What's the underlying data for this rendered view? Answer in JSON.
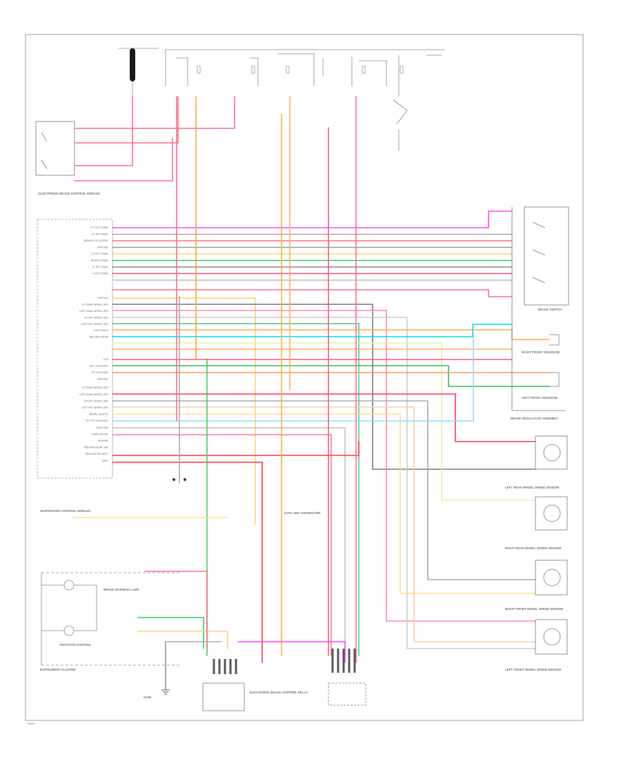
{
  "ecm_pins": [
    "RT FRT STABIL",
    "RT RR STABIL",
    "BRAKELITE OUTPUT",
    "GROUND",
    "LT FRT STABIL",
    "BRAKE STABIL",
    "LT RR STABIL",
    "LOCK STABIL",
    "IGNITION",
    "RT REAR WHEEL SPD",
    "LEFT REAR WHEEL SPD",
    "RT FRT WHEEL SPD",
    "LEFT FRT WHEEL SPD",
    "LOW TRACE",
    "ABS INDICATOR",
    "VSS",
    "LEFT SOLENOID",
    "RT SOLENOID",
    "GROUND",
    "RT REAR WHEEL SPD",
    "LEFT REAR WHEEL SPD",
    "RT FRT WHEEL SPD",
    "LEFT FRT WHEEL SPD",
    "BRAKE SWITCH",
    "RT FRT SOLENOID",
    "DATA LINK",
    "PUMP MOTOR",
    "SENSOR",
    "TIRE PRESSURE IND",
    "REGULATOR INPUT",
    "BATT"
  ],
  "labels": [
    "ELECTRONIC BRAKE CONTROL MODULE",
    "BRAKE SWITCH",
    "RIGHT FRONT SOLENOID",
    "LEFT FRONT SOLENOID",
    "BRAKE REGULATOR ASSEMBLY",
    "LEFT REAR WHEEL SPEED SENSOR",
    "RIGHT REAR WHEEL SPEED SENSOR",
    "RIGHT FRONT WHEEL SPEED SENSOR",
    "LEFT FRONT WHEEL SPEED SENSOR",
    "INSTRUMENT CLUSTER",
    "ELECTRONIC BRAKE CONTROL RELAY",
    "SUSPENSION CONTROL MODULE",
    "BRAKE WARNING LAMP",
    "TRACTION CONTROL",
    "DATA LINK CONNECTOR",
    "G106",
    "G200"
  ]
}
